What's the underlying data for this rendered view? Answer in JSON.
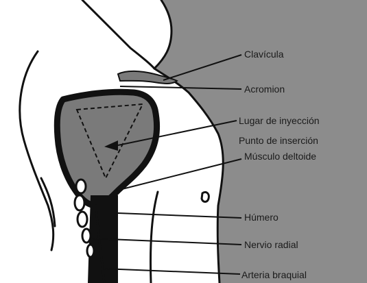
{
  "colors": {
    "background": "#8c8c8c",
    "body": "#ffffff",
    "outline": "#111111",
    "muscle": "#7a7a7a",
    "text": "#1a1a1a"
  },
  "labels": {
    "clavicula": "Clavícula",
    "acromion": "Acromion",
    "lugar_inyeccion": "Lugar de inyección",
    "punto_insercion": "Punto de inserción",
    "musculo_deltoide": "Músculo deltoide",
    "humero": "Húmero",
    "nervio_radial": "Nervio radial",
    "arteria_braquial": "Arteria braquial"
  }
}
